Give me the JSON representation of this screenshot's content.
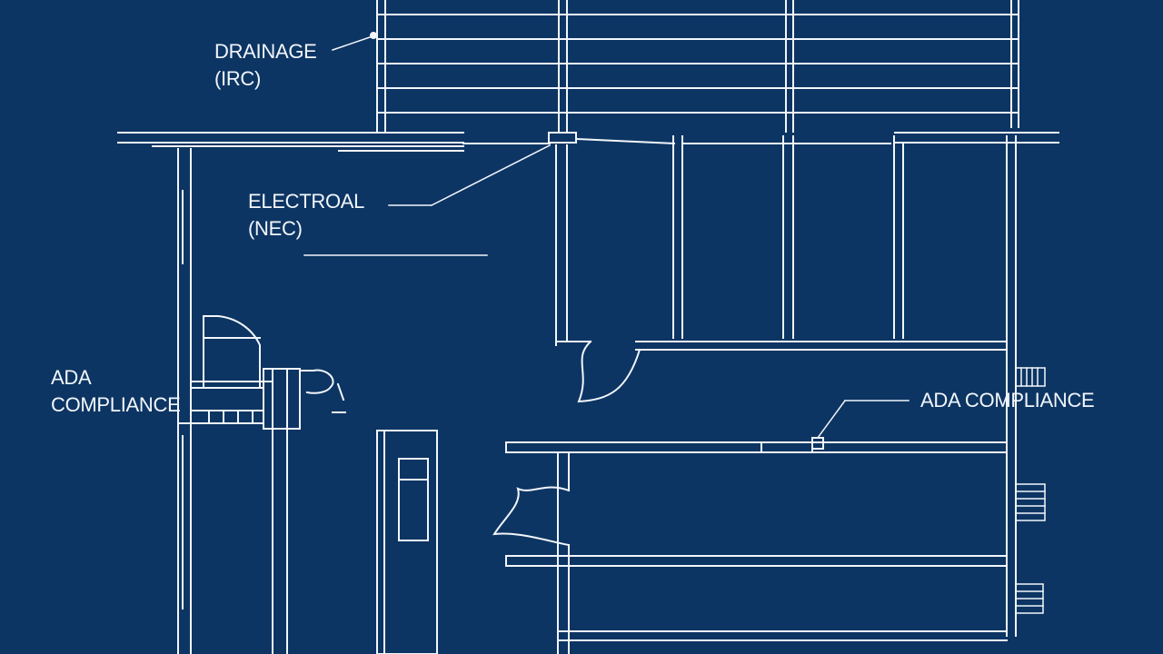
{
  "diagram": {
    "type": "architectural-floor-plan",
    "colors": {
      "background": "#0d3563",
      "line": "#f2f6fb"
    },
    "callouts": {
      "drainage": {
        "line1": "DRAINAGE",
        "line2": "(IRC)"
      },
      "electrical": {
        "line1": "ELECTROAL",
        "line2": "(NEC)"
      },
      "ada_left": {
        "line1": "ADA",
        "line2": "COMPLIANCE"
      },
      "ada_right": {
        "line1": "ADA COMPLIANCE"
      }
    }
  }
}
